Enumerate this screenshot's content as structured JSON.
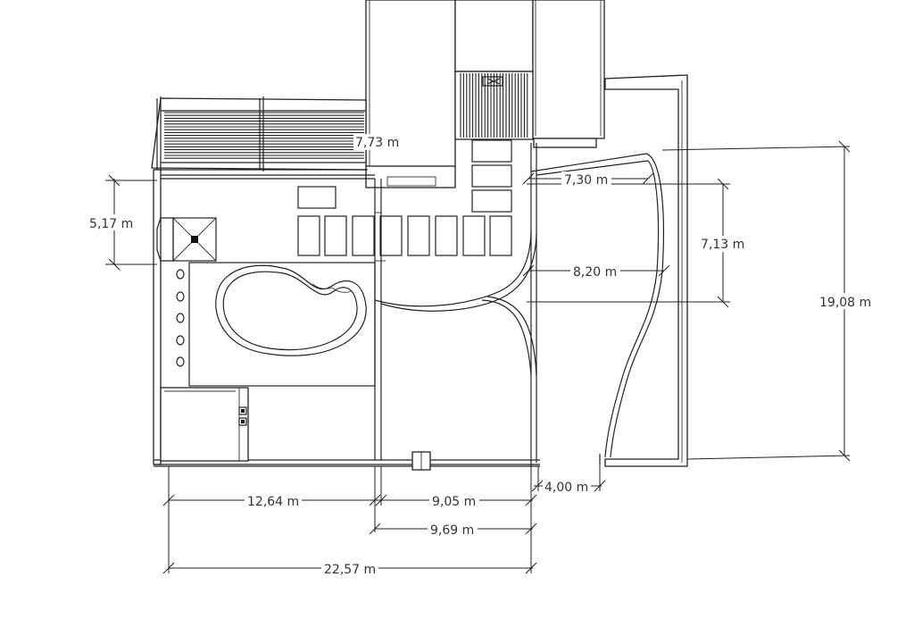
{
  "dimensions": {
    "d_7_73": "7,73 m",
    "d_5_17": "5,17 m",
    "d_7_30": "7,30 m",
    "d_7_13": "7,13 m",
    "d_8_20": "8,20 m",
    "d_19_08": "19,08 m",
    "d_12_64": "12,64 m",
    "d_9_05": "9,05 m",
    "d_4_00": "4,00 m",
    "d_9_69": "9,69 m",
    "d_22_57": "22,57 m"
  },
  "colors": {
    "line": "#222222",
    "background": "#ffffff"
  }
}
